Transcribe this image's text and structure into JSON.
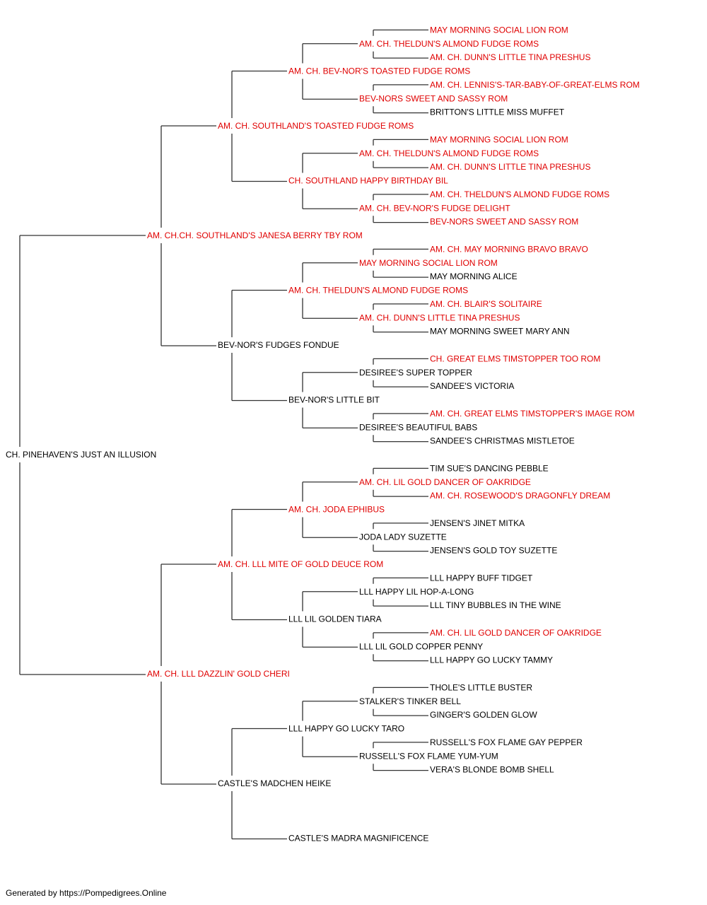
{
  "colors": {
    "champion": "#e00000",
    "normal": "#000000",
    "connector": "#333333"
  },
  "pedigree": {
    "name": "CH. PINEHAVEN'S JUST AN ILLUSION",
    "champion": false,
    "sire": {
      "name": "AM. CH.CH. SOUTHLAND'S JANESA BERRY TBY ROM",
      "champion": true,
      "sire": {
        "name": "AM. CH. SOUTHLAND'S TOASTED FUDGE ROMS",
        "champion": true,
        "sire": {
          "name": "AM. CH. BEV-NOR'S TOASTED FUDGE ROMS",
          "champion": true,
          "sire": {
            "name": "AM. CH. THELDUN'S ALMOND FUDGE ROMS",
            "champion": true,
            "sire": {
              "name": "MAY MORNING SOCIAL LION ROM",
              "champion": true
            },
            "dam": {
              "name": "AM. CH. DUNN'S LITTLE TINA PRESHUS",
              "champion": true
            }
          },
          "dam": {
            "name": "BEV-NORS SWEET AND SASSY ROM",
            "champion": true,
            "sire": {
              "name": "AM. CH. LENNIS'S-TAR-BABY-OF-GREAT-ELMS ROM",
              "champion": true
            },
            "dam": {
              "name": "BRITTON'S LITTLE MISS MUFFET",
              "champion": false
            }
          }
        },
        "dam": {
          "name": "CH. SOUTHLAND HAPPY BIRTHDAY BIL",
          "champion": true,
          "sire": {
            "name": "AM. CH. THELDUN'S ALMOND FUDGE ROMS",
            "champion": true,
            "sire": {
              "name": "MAY MORNING SOCIAL LION ROM",
              "champion": true
            },
            "dam": {
              "name": "AM. CH. DUNN'S LITTLE TINA PRESHUS",
              "champion": true
            }
          },
          "dam": {
            "name": "AM. CH. BEV-NOR'S FUDGE DELIGHT",
            "champion": true,
            "sire": {
              "name": "AM. CH. THELDUN'S ALMOND FUDGE ROMS",
              "champion": true
            },
            "dam": {
              "name": "BEV-NORS SWEET AND SASSY ROM",
              "champion": true
            }
          }
        }
      },
      "dam": {
        "name": "BEV-NOR'S FUDGES FONDUE",
        "champion": false,
        "sire": {
          "name": "AM. CH. THELDUN'S ALMOND FUDGE ROMS",
          "champion": true,
          "sire": {
            "name": "MAY MORNING SOCIAL LION ROM",
            "champion": true,
            "sire": {
              "name": "AM. CH. MAY MORNING BRAVO BRAVO",
              "champion": true
            },
            "dam": {
              "name": "MAY MORNING ALICE",
              "champion": false
            }
          },
          "dam": {
            "name": "AM. CH. DUNN'S LITTLE TINA PRESHUS",
            "champion": true,
            "sire": {
              "name": "AM. CH. BLAIR'S SOLITAIRE",
              "champion": true
            },
            "dam": {
              "name": "MAY MORNING SWEET MARY ANN",
              "champion": false
            }
          }
        },
        "dam": {
          "name": "BEV-NOR'S LITTLE BIT",
          "champion": false,
          "sire": {
            "name": "DESIREE'S SUPER TOPPER",
            "champion": false,
            "sire": {
              "name": "CH. GREAT ELMS TIMSTOPPER TOO ROM",
              "champion": true
            },
            "dam": {
              "name": "SANDEE'S VICTORIA",
              "champion": false
            }
          },
          "dam": {
            "name": "DESIREE'S BEAUTIFUL BABS",
            "champion": false,
            "sire": {
              "name": "AM. CH. GREAT ELMS TIMSTOPPER'S IMAGE ROM",
              "champion": true
            },
            "dam": {
              "name": "SANDEE'S CHRISTMAS MISTLETOE",
              "champion": false
            }
          }
        }
      }
    },
    "dam": {
      "name": "AM. CH. LLL DAZZLIN' GOLD CHERI",
      "champion": true,
      "sire": {
        "name": "AM. CH. LLL MITE OF GOLD DEUCE ROM",
        "champion": true,
        "sire": {
          "name": "AM. CH. JODA EPHIBUS",
          "champion": true,
          "sire": {
            "name": "AM. CH. LIL GOLD DANCER OF OAKRIDGE",
            "champion": true,
            "sire": {
              "name": "TIM SUE'S DANCING PEBBLE",
              "champion": false
            },
            "dam": {
              "name": "AM. CH. ROSEWOOD'S DRAGONFLY DREAM",
              "champion": true
            }
          },
          "dam": {
            "name": "JODA LADY SUZETTE",
            "champion": false,
            "sire": {
              "name": "JENSEN'S JINET MITKA",
              "champion": false
            },
            "dam": {
              "name": "JENSEN'S GOLD TOY SUZETTE",
              "champion": false
            }
          }
        },
        "dam": {
          "name": "LLL LIL GOLDEN TIARA",
          "champion": false,
          "sire": {
            "name": "LLL HAPPY LIL HOP-A-LONG",
            "champion": false,
            "sire": {
              "name": "LLL HAPPY BUFF TIDGET",
              "champion": false
            },
            "dam": {
              "name": "LLL TINY BUBBLES IN THE WINE",
              "champion": false
            }
          },
          "dam": {
            "name": "LLL LIL GOLD COPPER PENNY",
            "champion": false,
            "sire": {
              "name": "AM. CH. LIL GOLD DANCER OF OAKRIDGE",
              "champion": true
            },
            "dam": {
              "name": "LLL HAPPY GO LUCKY TAMMY",
              "champion": false
            }
          }
        }
      },
      "dam": {
        "name": "CASTLE'S MADCHEN HEIKE",
        "champion": false,
        "sire": {
          "name": "LLL HAPPY GO LUCKY TARO",
          "champion": false,
          "sire": {
            "name": "STALKER'S TINKER BELL",
            "champion": false,
            "sire": {
              "name": "THOLE'S LITTLE BUSTER",
              "champion": false
            },
            "dam": {
              "name": "GINGER'S GOLDEN GLOW",
              "champion": false
            }
          },
          "dam": {
            "name": "RUSSELL'S FOX FLAME YUM-YUM",
            "champion": false,
            "sire": {
              "name": "RUSSELL'S FOX FLAME GAY PEPPER",
              "champion": false
            },
            "dam": {
              "name": "VERA'S BLONDE BOMB SHELL",
              "champion": false
            }
          }
        },
        "dam": {
          "name": "CASTLE'S MADRA MAGNIFICENCE",
          "champion": false
        }
      }
    }
  },
  "footer": {
    "text": "Generated by https://Pompedigrees.Online"
  }
}
